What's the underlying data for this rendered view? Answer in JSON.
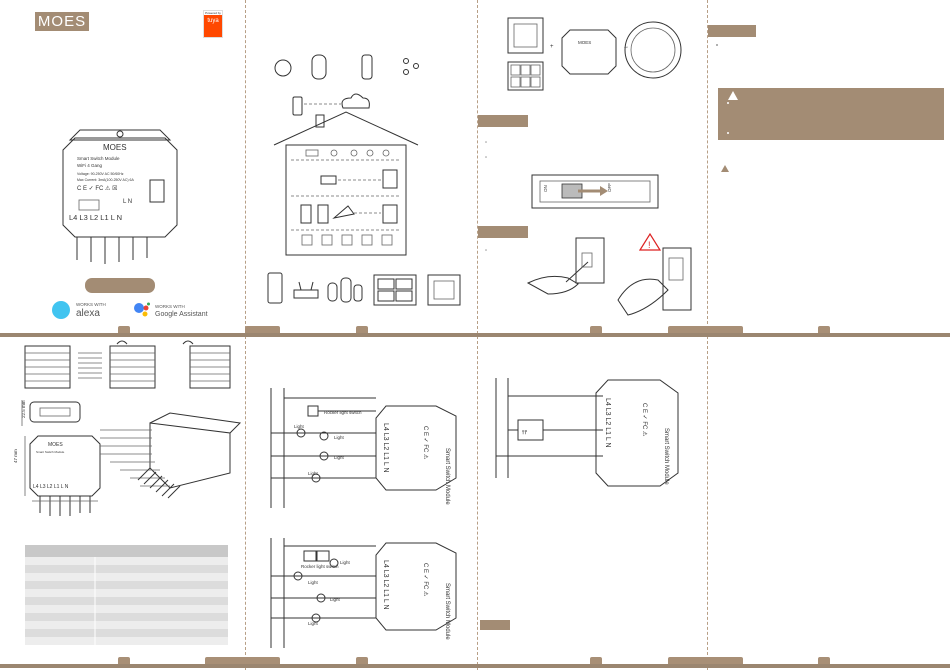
{
  "brand": {
    "logo_text": "MOES",
    "badge_top": "Powered by",
    "badge_brand": "tuya"
  },
  "module": {
    "brand": "MOES",
    "title": "Smart Switch Module",
    "subtitle": "WiFi 4 Gang",
    "spec1": "Voltage: 90-250V AC 50/60Hz",
    "spec2": "Max Current: 3mA(100-250V AC) 6A",
    "terminals": "L4 L3 L2 L1 L N",
    "terminals_right": "L N"
  },
  "compat": {
    "alexa_works": "WORKS WITH",
    "alexa_name": "alexa",
    "google_works": "WORKS WITH",
    "google_name": "Google Assistant"
  },
  "dimensions": {
    "height": "22.5 mm",
    "width": "47 mm"
  },
  "switch_labels": {
    "on": "ON",
    "off": "OFF"
  },
  "wiring": {
    "light_label": "Light",
    "switch_label": "Rocker light switch",
    "switch_label2": "Rocker light switch"
  },
  "colors": {
    "accent": "#a38c74",
    "band": "#9b8670",
    "line": "#333333"
  }
}
